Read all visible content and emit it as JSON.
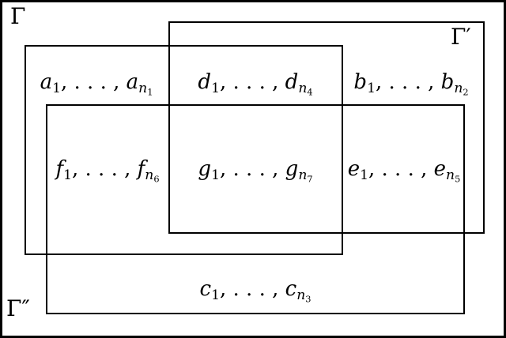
{
  "diagram": {
    "set_labels": {
      "gamma": "Γ",
      "gamma_prime": "Γ′",
      "gamma_double_prime": "Γ″"
    },
    "regions": {
      "a": {
        "var": "a",
        "first_index": "1",
        "dots": ", . . . , ",
        "var2": "a",
        "sub_var": "n",
        "sub_index": "1"
      },
      "b": {
        "var": "b",
        "first_index": "1",
        "dots": ", . . . , ",
        "var2": "b",
        "sub_var": "n",
        "sub_index": "2"
      },
      "c": {
        "var": "c",
        "first_index": "1",
        "dots": ", . . . , ",
        "var2": "c",
        "sub_var": "n",
        "sub_index": "3"
      },
      "d": {
        "var": "d",
        "first_index": "1",
        "dots": ", . . . , ",
        "var2": "d",
        "sub_var": "n",
        "sub_index": "4"
      },
      "e": {
        "var": "e",
        "first_index": "1",
        "dots": ", . . . , ",
        "var2": "e",
        "sub_var": "n",
        "sub_index": "5"
      },
      "f": {
        "var": "f",
        "first_index": "1",
        "dots": ", . . . , ",
        "var2": "f",
        "sub_var": "n",
        "sub_index": "6"
      },
      "g": {
        "var": "g",
        "first_index": "1",
        "dots": ", . . . , ",
        "var2": "g",
        "sub_var": "n",
        "sub_index": "7"
      }
    },
    "colors": {
      "line": "#000000",
      "background": "#ffffff"
    }
  }
}
